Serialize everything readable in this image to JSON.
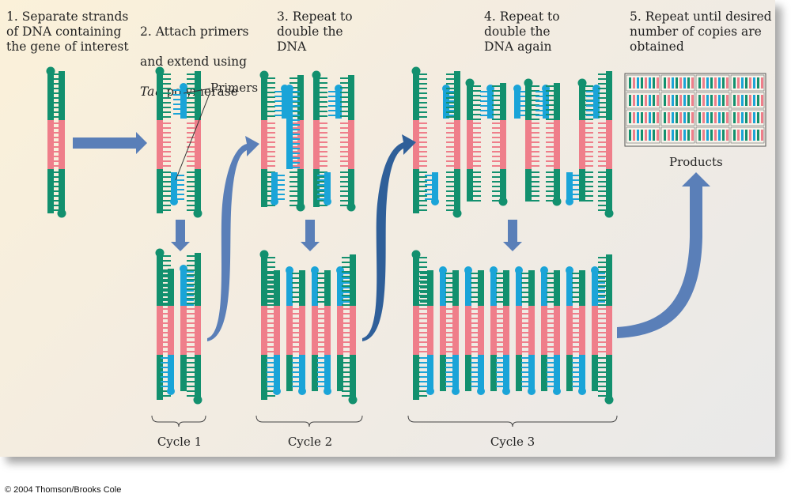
{
  "steps": [
    {
      "text": "1. Separate strands\nof DNA containing\nthe gene of interest"
    },
    {
      "line1": "2. Attach primers",
      "line2": "and extend using",
      "line3_italic": "Taq",
      "line3_rest": " polymerase"
    },
    {
      "text": "3. Repeat to\ndouble the\nDNA"
    },
    {
      "text": "4. Repeat to\ndouble the\nDNA again"
    },
    {
      "text": "5. Repeat until desired\nnumber of copies are\nobtained"
    }
  ],
  "labels": {
    "primers": "Primers",
    "products": "Products"
  },
  "cycles": [
    "Cycle 1",
    "Cycle 2",
    "Cycle 3"
  ],
  "credit": "© 2004 Thomson/Brooks Cole",
  "colors": {
    "green": "#12906e",
    "pink": "#ef7e8a",
    "blue": "#1aa4d8",
    "arrow": "#5a7fb8",
    "arrow_dark": "#2f5f99"
  }
}
